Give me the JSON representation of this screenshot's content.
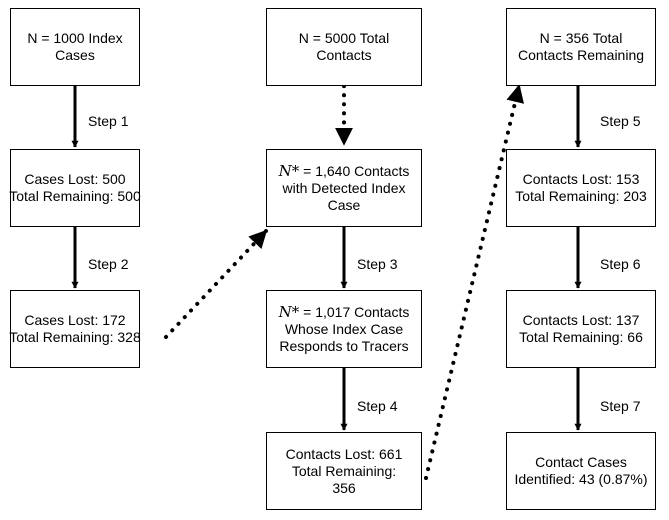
{
  "columns": [
    {
      "boxes": [
        {
          "lines": [
            "N = 1000 Index",
            "Cases"
          ]
        },
        {
          "lines": [
            "Cases Lost: 500",
            "Total Remaining: 500"
          ]
        },
        {
          "lines": [
            "Cases Lost: 172",
            "Total Remaining: 328"
          ]
        }
      ],
      "steps": [
        "Step 1",
        "Step 2"
      ]
    },
    {
      "boxes": [
        {
          "lines": [
            "N = 5000 Total",
            "Contacts"
          ]
        },
        {
          "prefix": "N*",
          "lines": [
            " = 1,640 Contacts",
            "with Detected Index",
            "Case"
          ]
        },
        {
          "prefix": "N*",
          "lines": [
            " = 1,017 Contacts",
            "Whose Index Case",
            "Responds to Tracers"
          ]
        },
        {
          "lines": [
            "Contacts Lost: 661",
            "Total Remaining:",
            "356"
          ]
        }
      ],
      "steps": [
        "Step 3",
        "Step 4"
      ]
    },
    {
      "boxes": [
        {
          "lines": [
            "N = 356 Total",
            "Contacts Remaining"
          ]
        },
        {
          "lines": [
            "Contacts Lost: 153",
            "Total Remaining: 203"
          ]
        },
        {
          "lines": [
            "Contacts Lost: 137",
            "Total Remaining: 66"
          ]
        },
        {
          "lines": [
            "Contact Cases",
            "Identified: 43 (0.87%)"
          ]
        }
      ],
      "steps": [
        "Step 5",
        "Step 6",
        "Step 7"
      ]
    }
  ]
}
